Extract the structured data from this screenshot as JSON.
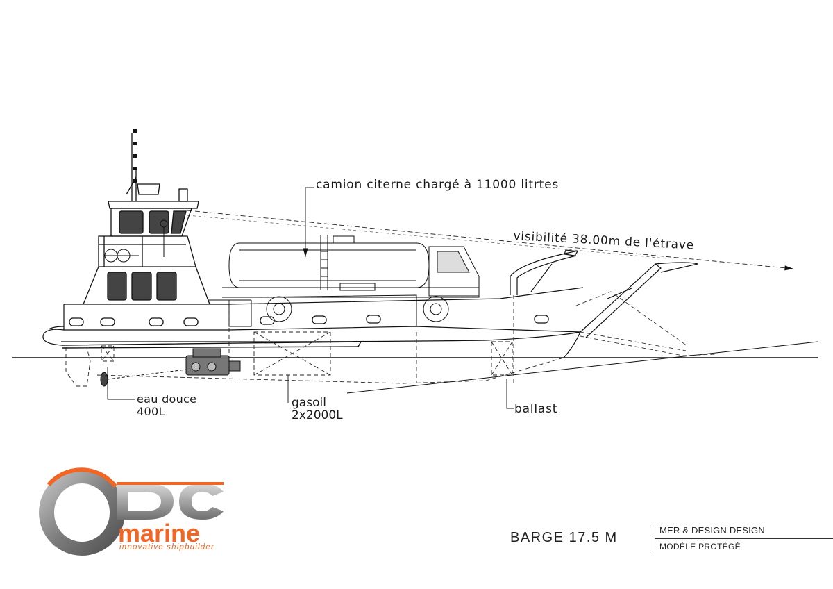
{
  "annotations": {
    "truck": "camion citerne chargé à 11000 litrtes",
    "visibility": "visibilité 38.00m de l'étrave",
    "fresh_water_name": "eau douce",
    "fresh_water_capacity": "400L",
    "fuel_name": "gasoil",
    "fuel_capacity": "2x2000L",
    "ballast": "ballast"
  },
  "title_block": {
    "model": "BARGE 17.5 M",
    "designer": "MER & DESIGN DESIGN",
    "protected": "MODÈLE PROTÉGÉ"
  },
  "logo": {
    "letters": "DC",
    "brand": "marine",
    "tagline": "innovative shipbuilder",
    "colors": {
      "orange": "#f26522",
      "grey": "#8a8a8a"
    }
  }
}
